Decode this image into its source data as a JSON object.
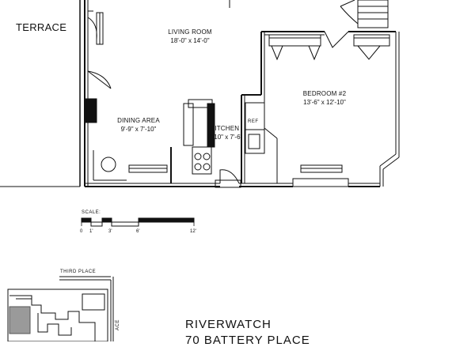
{
  "rooms": {
    "terrace": {
      "name": "TERRACE"
    },
    "living": {
      "name": "LIVING ROOM",
      "dims": "18'-0\" x 14'-0\""
    },
    "dining": {
      "name": "DINING AREA",
      "dims": "9'-9\" x 7'-10\""
    },
    "kitchen": {
      "name": "KITCHEN",
      "dims": "7'-10\" x 7'-6\""
    },
    "bedroom": {
      "name": "BEDROOM #2",
      "dims": "13'-6\" x 12'-10\""
    },
    "ref": {
      "name": "REF"
    }
  },
  "scale": {
    "label": "SCALE:",
    "ticks": [
      "0",
      "1'",
      "3'",
      "6'",
      "12'"
    ]
  },
  "site": {
    "street_top": "THIRD PLACE",
    "street_side": "ACE"
  },
  "building": {
    "name": "RIVERWATCH",
    "address": "70 BATTERY PLACE"
  }
}
